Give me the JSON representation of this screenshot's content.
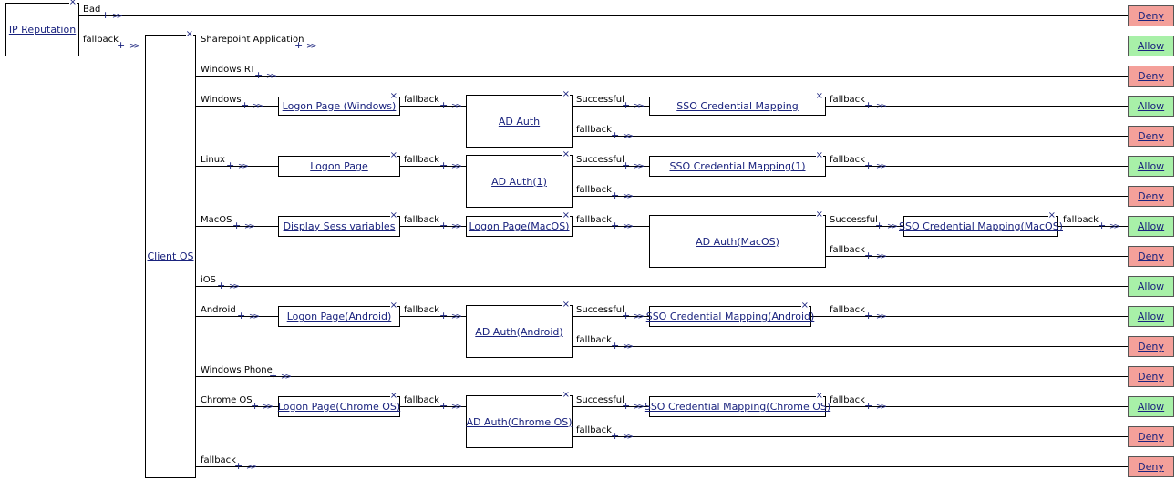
{
  "colors": {
    "deny": "#f4a09a",
    "allow": "#a8f0a8",
    "link": "#1a237e",
    "line": "#000000"
  },
  "icons": {
    "remove": "close-icon",
    "add": "plus-icon",
    "connector": "arrow-icon"
  },
  "nodes": {
    "ip_reputation": "IP Reputation",
    "client_os": "Client OS",
    "logon_windows": "Logon Page (Windows)",
    "ad_auth": "AD Auth",
    "sso_windows": "SSO Credential Mapping",
    "logon_linux": "Logon Page",
    "ad_auth_1": "AD Auth(1)",
    "sso_linux": "SSO Credential Mapping(1)",
    "display_sess": "Display Sess variables",
    "logon_macos": "Logon Page(MacOS)",
    "ad_auth_macos": "AD Auth(MacOS)",
    "sso_macos": "SSO Credential Mapping(MacOS)",
    "logon_android": "Logon Page(Android)",
    "ad_auth_android": "AD Auth(Android)",
    "sso_android": "SSO Credential Mapping(Android)",
    "logon_chrome": "Logon Page(Chrome OS)",
    "ad_auth_chrome": "AD Auth(Chrome OS)",
    "sso_chrome": "SSO Credential Mapping(Chrome OS)"
  },
  "branches": {
    "bad": "Bad",
    "fallback": "fallback",
    "sharepoint": "Sharepoint Application",
    "windows_rt": "Windows RT",
    "windows": "Windows",
    "linux": "Linux",
    "macos": "MacOS",
    "ios": "iOS",
    "android": "Android",
    "windows_phone": "Windows Phone",
    "chrome_os": "Chrome OS",
    "successful": "Successful"
  },
  "controls": {
    "remove": "×",
    "add": "+",
    "arrow": ">>"
  },
  "terminals": [
    "Deny",
    "Allow",
    "Deny",
    "Allow",
    "Deny",
    "Allow",
    "Deny",
    "Allow",
    "Deny",
    "Allow",
    "Allow",
    "Deny",
    "Deny",
    "Allow",
    "Deny",
    "Deny"
  ]
}
